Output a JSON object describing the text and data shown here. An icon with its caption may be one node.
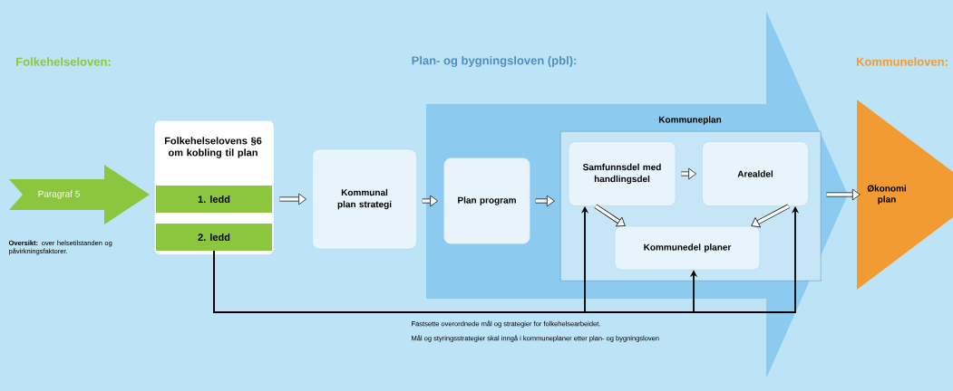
{
  "diagram": {
    "nodes": [
      {
        "text": [
          "Paragraf 5"
        ],
        "beside": [
          "**Oversikt:** over helsetilstanden og påvirkningsfaktorer."
        ]
      },
      {
        "text": [
          "Folkehelselovens §6 om kobling til plan"
        ]
      },
      {
        "text": [
          "1. ledd"
        ],
        "in": 1
      },
      {
        "text": [
          "2. ledd"
        ],
        "in": 1
      },
      {
        "text": [
          "Plan- og bygningsloven (pbl):"
        ]
      },
      {
        "text": [
          "Kommunal plan strategi"
        ]
      },
      {
        "text": [
          "Plan program"
        ],
        "in": 4
      },
      {
        "text": [
          "Kommuneplan"
        ],
        "in": 4
      },
      {
        "text": [
          "Samfunnsdel med handlingsdel"
        ],
        "in": 7
      },
      {
        "text": [
          "Arealdel"
        ],
        "in": 7
      },
      {
        "text": [
          "Kommunedel planer"
        ],
        "in": 7
      },
      {
        "text": [
          "Økonomi plan"
        ]
      }
    ],
    "edges": [
      {
        "from": 1,
        "to": 5,
        "arrow": "to"
      },
      {
        "from": 5,
        "to": 6,
        "arrow": "to"
      },
      {
        "from": 6,
        "to": 7,
        "arrow": "to"
      },
      {
        "from": 8,
        "to": 9,
        "arrow": "to"
      },
      {
        "from": 8,
        "to": 10,
        "arrow": "to"
      },
      {
        "from": 9,
        "to": 10,
        "arrow": "to"
      },
      {
        "from": 7,
        "to": 11,
        "arrow": "to"
      },
      {
        "from": 3,
        "to": 8,
        "arrow": "to"
      },
      {
        "from": 3,
        "to": 10,
        "arrow": "to"
      },
      {
        "from": 3,
        "to": 9,
        "arrow": "to"
      }
    ],
    "labels": [
      "Folkehelseloven:",
      "Kommuneloven:",
      "Fastsette overordnede mål og strategier for folkehelsearbeidet.",
      "Mål og styringsstrategier skal inngå i kommuneplaner etter plan- og bygningsloven"
    ]
  }
}
